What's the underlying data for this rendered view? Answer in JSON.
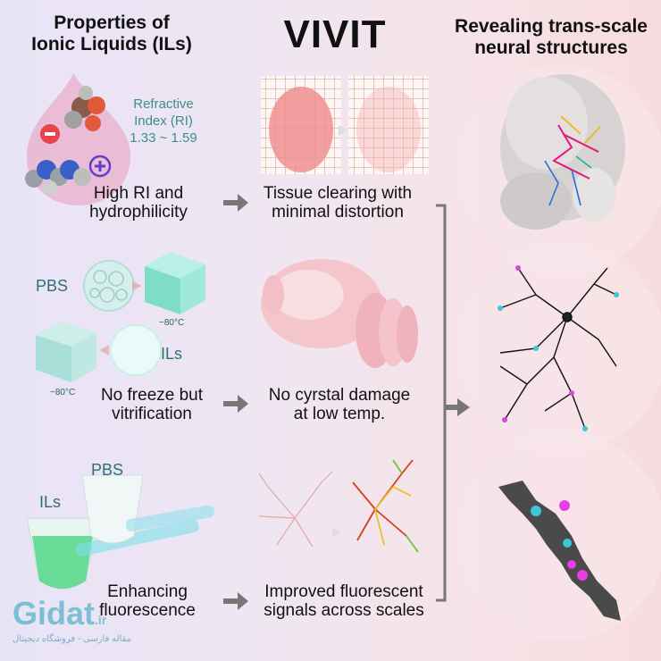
{
  "header": {
    "left_title": "Properties of\nIonic Liquids (ILs)",
    "center_title": "VIVIT",
    "right_title": "Revealing trans-scale\nneural structures"
  },
  "rows": [
    {
      "property_label": "Refractive\nIndex (RI)\n1.33 ~ 1.59",
      "property": "High RI and\nhydrophilicity",
      "effect": "Tissue clearing with\nminimal distortion"
    },
    {
      "pbs_label": "PBS",
      "ils_label": "ILs",
      "temp_label_1": "−80°C",
      "temp_label_2": "−80°C",
      "property": "No freeze but\nvitrification",
      "effect": "No cyrstal damage\nat low temp."
    },
    {
      "tube_label_1": "ILs",
      "tube_label_2": "PBS",
      "property": "Enhancing\nfluorescence",
      "effect": "Improved fluorescent\nsignals across scales"
    }
  ],
  "watermark": {
    "brand": "Gidat",
    "suffix": ".ir",
    "subtitle": "مقاله فارسی - فروشگاه دیجیتال"
  },
  "colors": {
    "arrow": "#777777",
    "teal": "#3a8f88",
    "pink": "#f2a3b3",
    "drop": "#e9a6c4"
  }
}
